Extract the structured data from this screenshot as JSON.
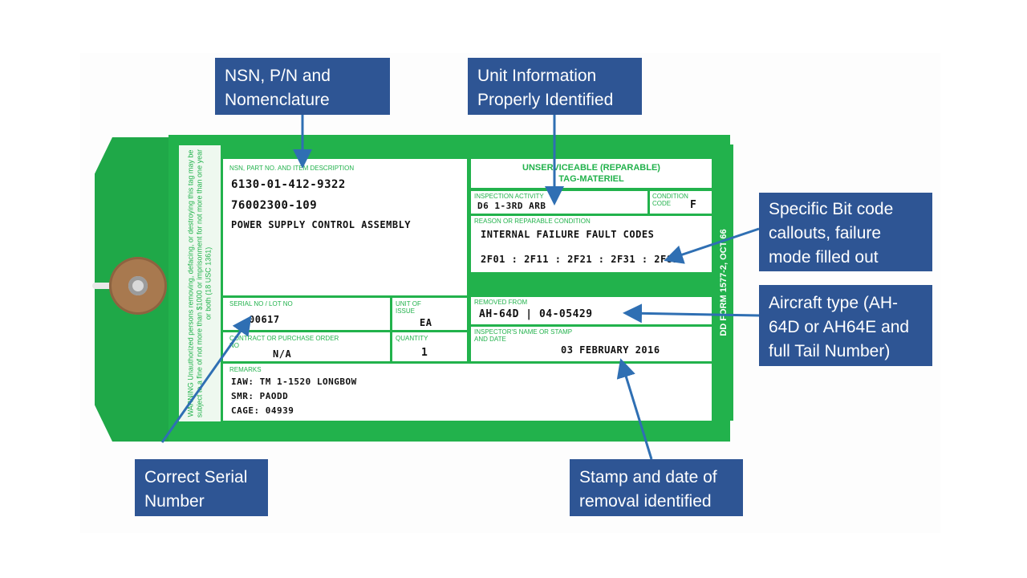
{
  "tag": {
    "warning": "WARNING Unauthorized persons removing, defacing, or destroying this tag may be subject to a fine of not more than $1000 or imprisonment for not more than one year or both (18 USC 1361)",
    "form_number": "DD FORM 1577-2, OCT 66",
    "title_line1": "UNSERVICEABLE (REPARABLE)",
    "title_line2": "TAG-MATERIEL",
    "labels": {
      "nsn": "NSN, PART NO. AND ITEM DESCRIPTION",
      "inspection_activity": "INSPECTION ACTIVITY",
      "condition_code": "CONDITION CODE",
      "reason": "REASON OR REPARABLE CONDITION",
      "serial": "SERIAL NO / LOT NO",
      "unit_of_issue": "UNIT OF ISSUE",
      "removed_from": "REMOVED FROM",
      "contract": "CONTRACT OR PURCHASE ORDER NO",
      "quantity": "QUANTITY",
      "inspector": "INSPECTOR'S NAME OR STAMP AND DATE",
      "remarks": "REMARKS"
    },
    "values": {
      "nsn": "6130-01-412-9322",
      "part_no": "76002300-109",
      "description": "POWER SUPPLY CONTROL ASSEMBLY",
      "inspection_activity": "D6 1-3RD ARB",
      "condition_code": "F",
      "reason_line1": "INTERNAL FAILURE FAULT CODES",
      "reason_line2": "2F01 : 2F11 : 2F21 : 2F31 : 2F81",
      "serial": "00617",
      "unit_of_issue": "EA",
      "removed_from": "AH-64D | 04-05429",
      "contract": "N/A",
      "quantity": "1",
      "inspector_date": "03 FEBRUARY 2016",
      "remarks_line1": "IAW: TM 1-1520 LONGBOW",
      "remarks_line2": "SMR: PAODD",
      "remarks_line3": "CAGE: 04939"
    }
  },
  "callouts": {
    "nsn": [
      "NSN, P/N and",
      "Nomenclature"
    ],
    "unit": [
      "Unit Information",
      "Properly Identified"
    ],
    "bitcode": [
      "Specific Bit code",
      "callouts, failure",
      "mode filled out"
    ],
    "aircraft": [
      "Aircraft type (AH-",
      "64D or AH64E and",
      "full Tail Number)"
    ],
    "serial": [
      "Correct Serial",
      "Number"
    ],
    "stamp": [
      "Stamp and date of",
      "removal identified"
    ]
  },
  "colors": {
    "tag_green": "#22b24c",
    "callout_blue": "#2e5594",
    "arrow_blue": "#2f6fb3"
  }
}
